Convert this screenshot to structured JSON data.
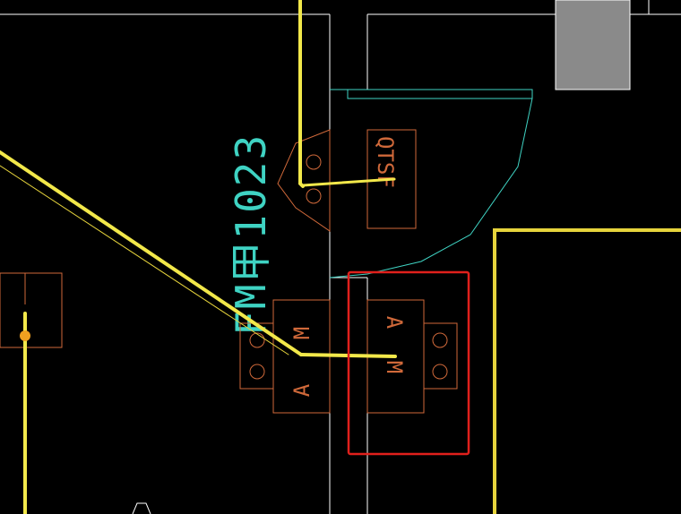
{
  "drawing": {
    "background": "#000000",
    "colors": {
      "wall": "#ffffff",
      "wire": "#f2e84a",
      "wire_dim": "#e6d43c",
      "device": "#d0693a",
      "cyan": "#3fd3c3",
      "highlight": "#e0201c",
      "gray_block": "#8a8a8a"
    },
    "labels": {
      "room_tag": "FM甲1023",
      "device_a_upper": "A",
      "device_a_lower": "M",
      "device_b_upper": "A",
      "device_b_lower": "M",
      "qtsf": "QTSF"
    }
  }
}
